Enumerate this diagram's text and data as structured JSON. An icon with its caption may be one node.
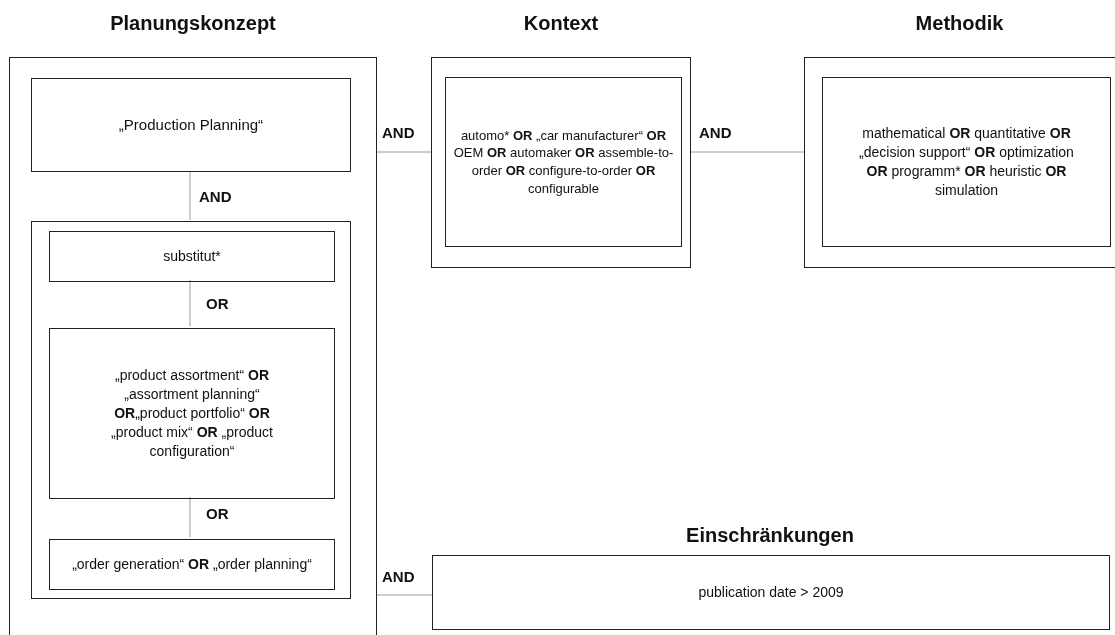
{
  "diagram": {
    "nodes": [
      {
        "text": [
          "Planungskonzept"
        ]
      },
      {
        "text": [
          "„Production Planning“"
        ],
        "in": 0
      },
      {
        "text": [],
        "shape": "box",
        "in": 0
      },
      {
        "text": [
          "substitut*"
        ],
        "in": 2
      },
      {
        "text": [
          "„product assortment“ **OR** „assortment planning“ **OR**„product portfolio“ **OR** „product mix“ **OR** „product configuration“"
        ],
        "in": 2
      },
      {
        "text": [
          "„order generation“ **OR** „order planning“"
        ],
        "in": 2
      },
      {
        "text": [
          "Kontext"
        ]
      },
      {
        "text": [
          "automo* **OR** „car manufacturer“ **OR** OEM **OR** automaker **OR** assemble-to-order **OR** configure-to-order **OR** configurable"
        ],
        "in": 6
      },
      {
        "text": [
          "Methodik"
        ]
      },
      {
        "text": [
          "mathematical **OR** quantitative **OR** „decision support“ **OR** optimization **OR** programm* **OR** heuristic **OR** simulation"
        ],
        "in": 8
      },
      {
        "text": [
          "Einschränkungen",
          "publication date > 2009"
        ]
      }
    ],
    "edges": [
      {
        "from": 1,
        "to": 2,
        "arrow": "none",
        "label": "AND"
      },
      {
        "from": 3,
        "to": 4,
        "arrow": "none",
        "label": "OR"
      },
      {
        "from": 4,
        "to": 5,
        "arrow": "none",
        "label": "OR"
      },
      {
        "from": 0,
        "to": 6,
        "arrow": "none",
        "label": "AND"
      },
      {
        "from": 6,
        "to": 8,
        "arrow": "none",
        "label": "AND"
      },
      {
        "from": 0,
        "to": 10,
        "arrow": "none",
        "label": "AND"
      }
    ]
  }
}
